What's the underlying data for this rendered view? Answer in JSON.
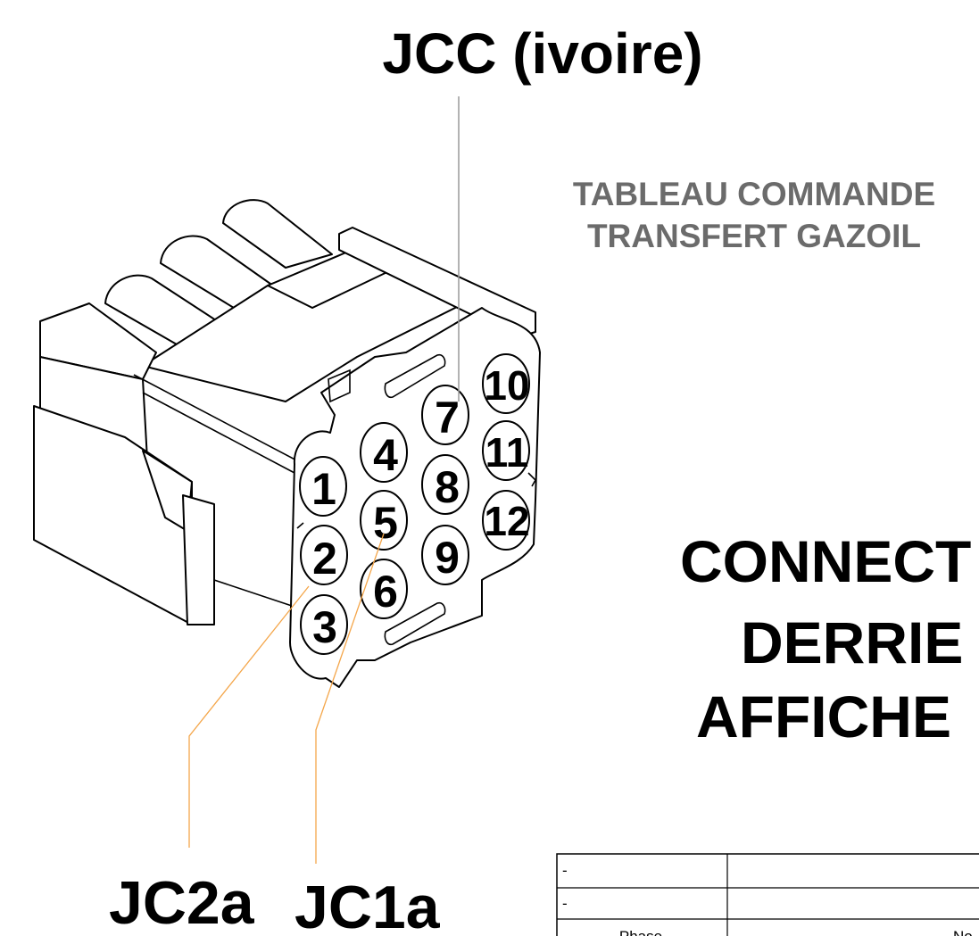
{
  "labels": {
    "connector_top": "JCC (ivoire)",
    "panel_line1": "TABLEAU COMMANDE",
    "panel_line2": "TRANSFERT GAZOIL",
    "connector_left": "JC2a",
    "connector_right": "JC1a",
    "title_line1": "CONNECT",
    "title_line2": "DERRIE",
    "title_line3": "AFFICHE"
  },
  "pins": [
    "1",
    "2",
    "3",
    "4",
    "5",
    "6",
    "7",
    "8",
    "9",
    "10",
    "11",
    "12"
  ],
  "title_block": {
    "rows": [
      {
        "col1": "-",
        "col2": ""
      },
      {
        "col1": "-",
        "col2": ""
      },
      {
        "col1": "Phase",
        "col2": "No"
      }
    ]
  },
  "colors": {
    "leader_orange": "#f4a64a",
    "leader_gray": "#9a9a9a",
    "subtitle_gray": "#6b6b6b"
  }
}
